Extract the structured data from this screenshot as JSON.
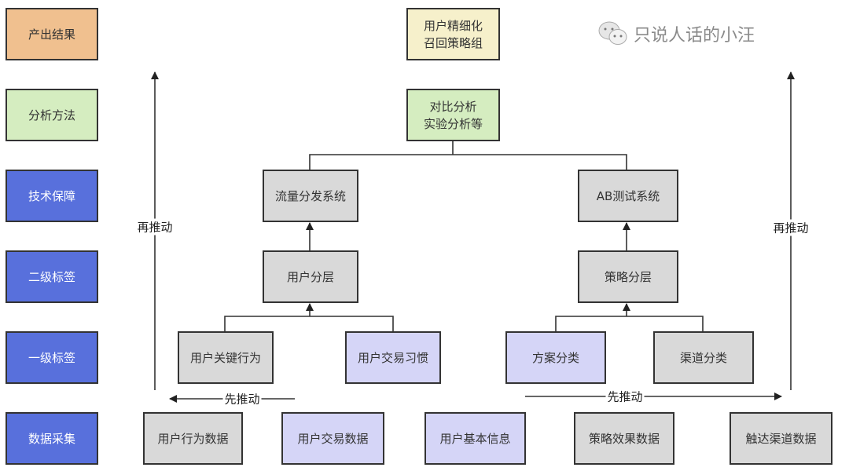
{
  "colors": {
    "output": "#F0C08F",
    "method": "#D5EDC0",
    "tech": "#5870DC",
    "gray": "#D9D9D9",
    "lavender": "#D5D5F7",
    "result": "#F6F0CB"
  },
  "layers": [
    "产出结果",
    "分析方法",
    "技术保障",
    "二级标签",
    "一级标签",
    "数据采集"
  ],
  "nodes": {
    "result": "用户精细化\n召回策略组",
    "method": "对比分析\n实验分析等",
    "traffic": "流量分发系统",
    "ab": "AB测试系统",
    "user_layer": "用户分层",
    "strategy_layer": "策略分层",
    "user_key_behavior": "用户关键行为",
    "user_trade_habit": "用户交易习惯",
    "plan_class": "方案分类",
    "channel_class": "渠道分类",
    "data_behavior": "用户行为数据",
    "data_trade": "用户交易数据",
    "data_basic": "用户基本信息",
    "data_strategy": "策略效果数据",
    "data_channel": "触达渠道数据"
  },
  "arrows": {
    "first_push": "先推动",
    "then_push": "再推动"
  },
  "watermark": {
    "icon": "wechat-icon",
    "text": "只说人话的小汪"
  }
}
